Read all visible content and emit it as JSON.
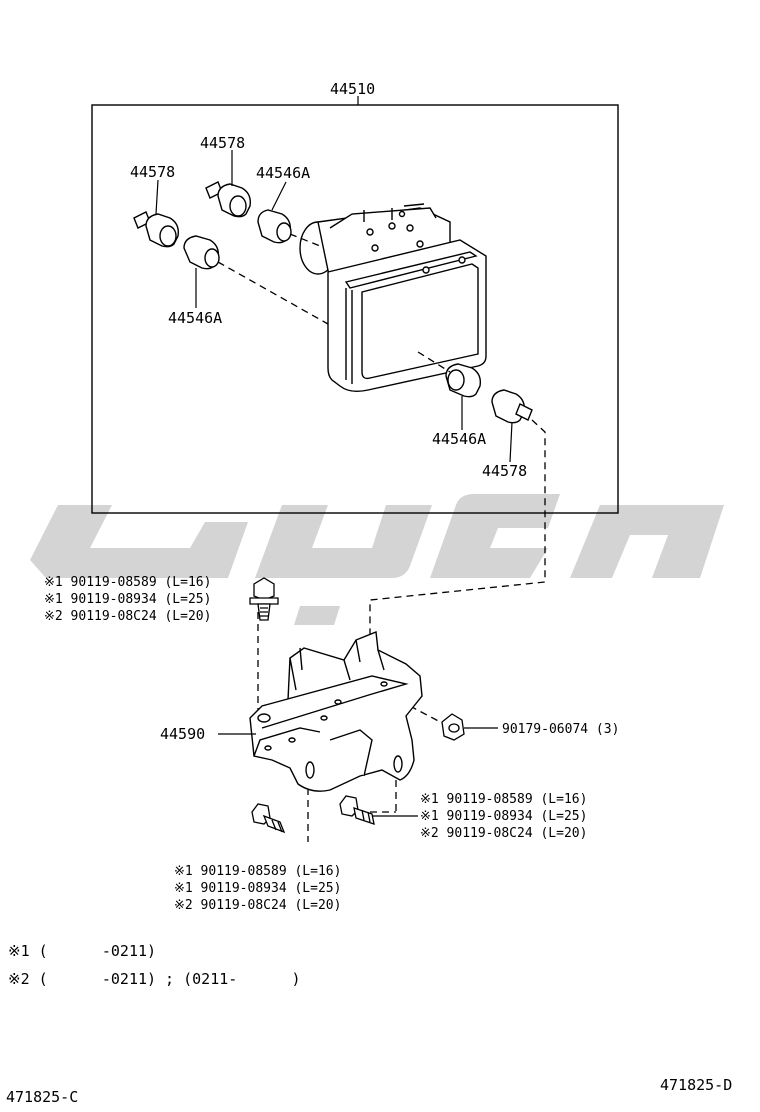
{
  "labels": {
    "assembly": "44510",
    "plug_1": "44578",
    "plug_2": "44578",
    "plug_3": "44578",
    "cushion_1": "44546A",
    "cushion_2": "44546A",
    "cushion_3": "44546A",
    "bracket": "44590",
    "nut": "90179-06074 (3)"
  },
  "bolt_groups": {
    "top": [
      "※1 90119-08589 (L=16)",
      "※1 90119-08934 (L=25)",
      "※2 90119-08C24 (L=20)"
    ],
    "right": [
      "※1 90119-08589 (L=16)",
      "※1 90119-08934 (L=25)",
      "※2 90119-08C24 (L=20)"
    ],
    "bottom": [
      "※1 90119-08589 (L=16)",
      "※1 90119-08934 (L=25)",
      "※2 90119-08C24 (L=20)"
    ]
  },
  "notes": {
    "note1": "※1 (      -0211)",
    "note2": "※2 (      -0211) ; (0211-      )"
  },
  "refs": {
    "left": "471825-C",
    "right": "471825-D"
  },
  "icons": [
    "hydraulic-unit-icon",
    "bracket-icon",
    "bolt-icon",
    "nut-icon",
    "plug-icon",
    "cushion-icon"
  ],
  "colors": {
    "line": "#000000",
    "watermark": "#d4d4d4"
  }
}
